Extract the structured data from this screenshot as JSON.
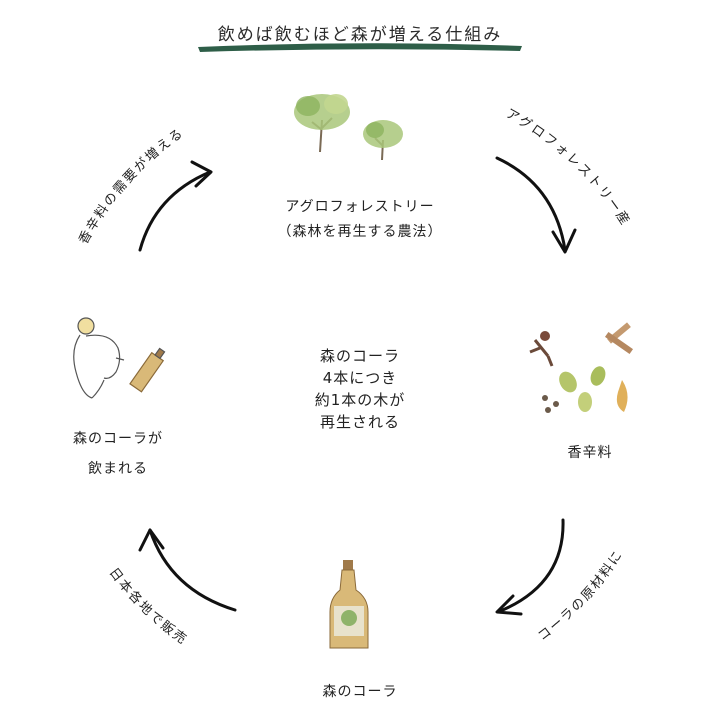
{
  "title": "飲めば飲むほど森が増える仕組み",
  "colors": {
    "accent": "#2e5e48",
    "arrow": "#111111",
    "leaf": "#9bbf6a",
    "bottle": "#c8a35a"
  },
  "center_text": [
    "森のコーラ",
    "4本につき",
    "約1本の木が",
    "再生される"
  ],
  "nodes": {
    "agroforestry": {
      "label": "アグロフォレストリー",
      "sub": "（森林を再生する農法）"
    },
    "spices": {
      "label": "香辛料"
    },
    "cola": {
      "label": "森のコーラ"
    },
    "drinker": {
      "label_line1": "森のコーラが",
      "label_line2": "飲まれる"
    }
  },
  "arrows": {
    "top_right": "アグロフォレストリー産",
    "bottom_right": "コーラの原材料に",
    "bottom_left": "日本各地で販売",
    "top_left": "香辛料の需要が増える"
  }
}
